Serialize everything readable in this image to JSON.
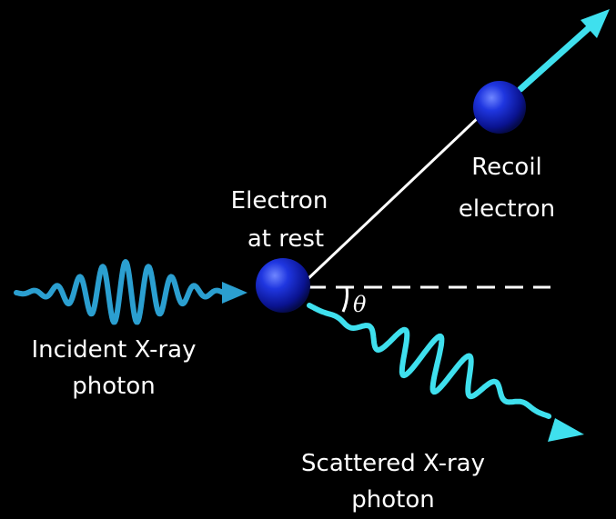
{
  "labels": {
    "incident_line1": "Incident X-ray",
    "incident_line2": "photon",
    "electron_line1": "Electron",
    "electron_line2": "at rest",
    "recoil_line1": "Recoil",
    "recoil_line2": "electron",
    "scattered_line1": "Scattered X-ray",
    "scattered_line2": "photon",
    "angle": "θ"
  },
  "colors": {
    "background": "#000000",
    "incident_wave": "#2b9fd0",
    "scattered_wave": "#3fe0ee",
    "recoil_arrow": "#3fe0ee",
    "electron": "#1a2fd6",
    "text": "#ffffff",
    "recoil_line": "#ffffff",
    "reference_line": "#ffffff"
  }
}
